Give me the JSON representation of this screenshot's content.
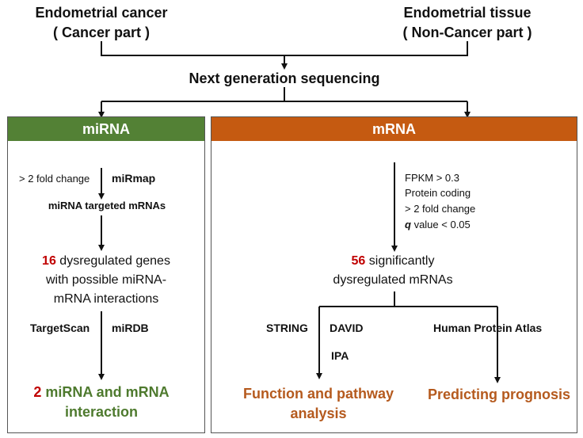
{
  "top": {
    "cancer_line1": "Endometrial cancer",
    "cancer_line2": "( Cancer part )",
    "tissue_line1": "Endometrial tissue",
    "tissue_line2": "( Non-Cancer part )",
    "sequencing": "Next generation sequencing"
  },
  "mirna": {
    "header": "miRNA",
    "header_color": "#538135",
    "fold_change": "> 2 fold change",
    "tool": "miRmap",
    "targeted": "miRNA targeted mRNAs",
    "count": "16",
    "genes_line1": "dysregulated genes",
    "genes_line2": "with possible miRNA-",
    "genes_line3": "mRNA interactions",
    "tool_left": "TargetScan",
    "tool_right": "miRDB",
    "result_count": "2",
    "result_line1": "miRNA and mRNA",
    "result_line2": "interaction"
  },
  "mrna": {
    "header": "mRNA",
    "header_color": "#c55a11",
    "criteria": [
      "FPKM > 0.3",
      "Protein coding",
      "> 2 fold change"
    ],
    "qvalue_symbol": "q",
    "qvalue_rest": " value < 0.05",
    "count": "56",
    "sig_line1": "significantly",
    "sig_line2": "dysregulated mRNAs",
    "tool_string": "STRING",
    "tool_david": "DAVID",
    "tool_ipa": "IPA",
    "tool_hpa": "Human Protein Atlas",
    "function_line1": "Function and pathway",
    "function_line2": "analysis",
    "prognosis": "Predicting prognosis"
  }
}
